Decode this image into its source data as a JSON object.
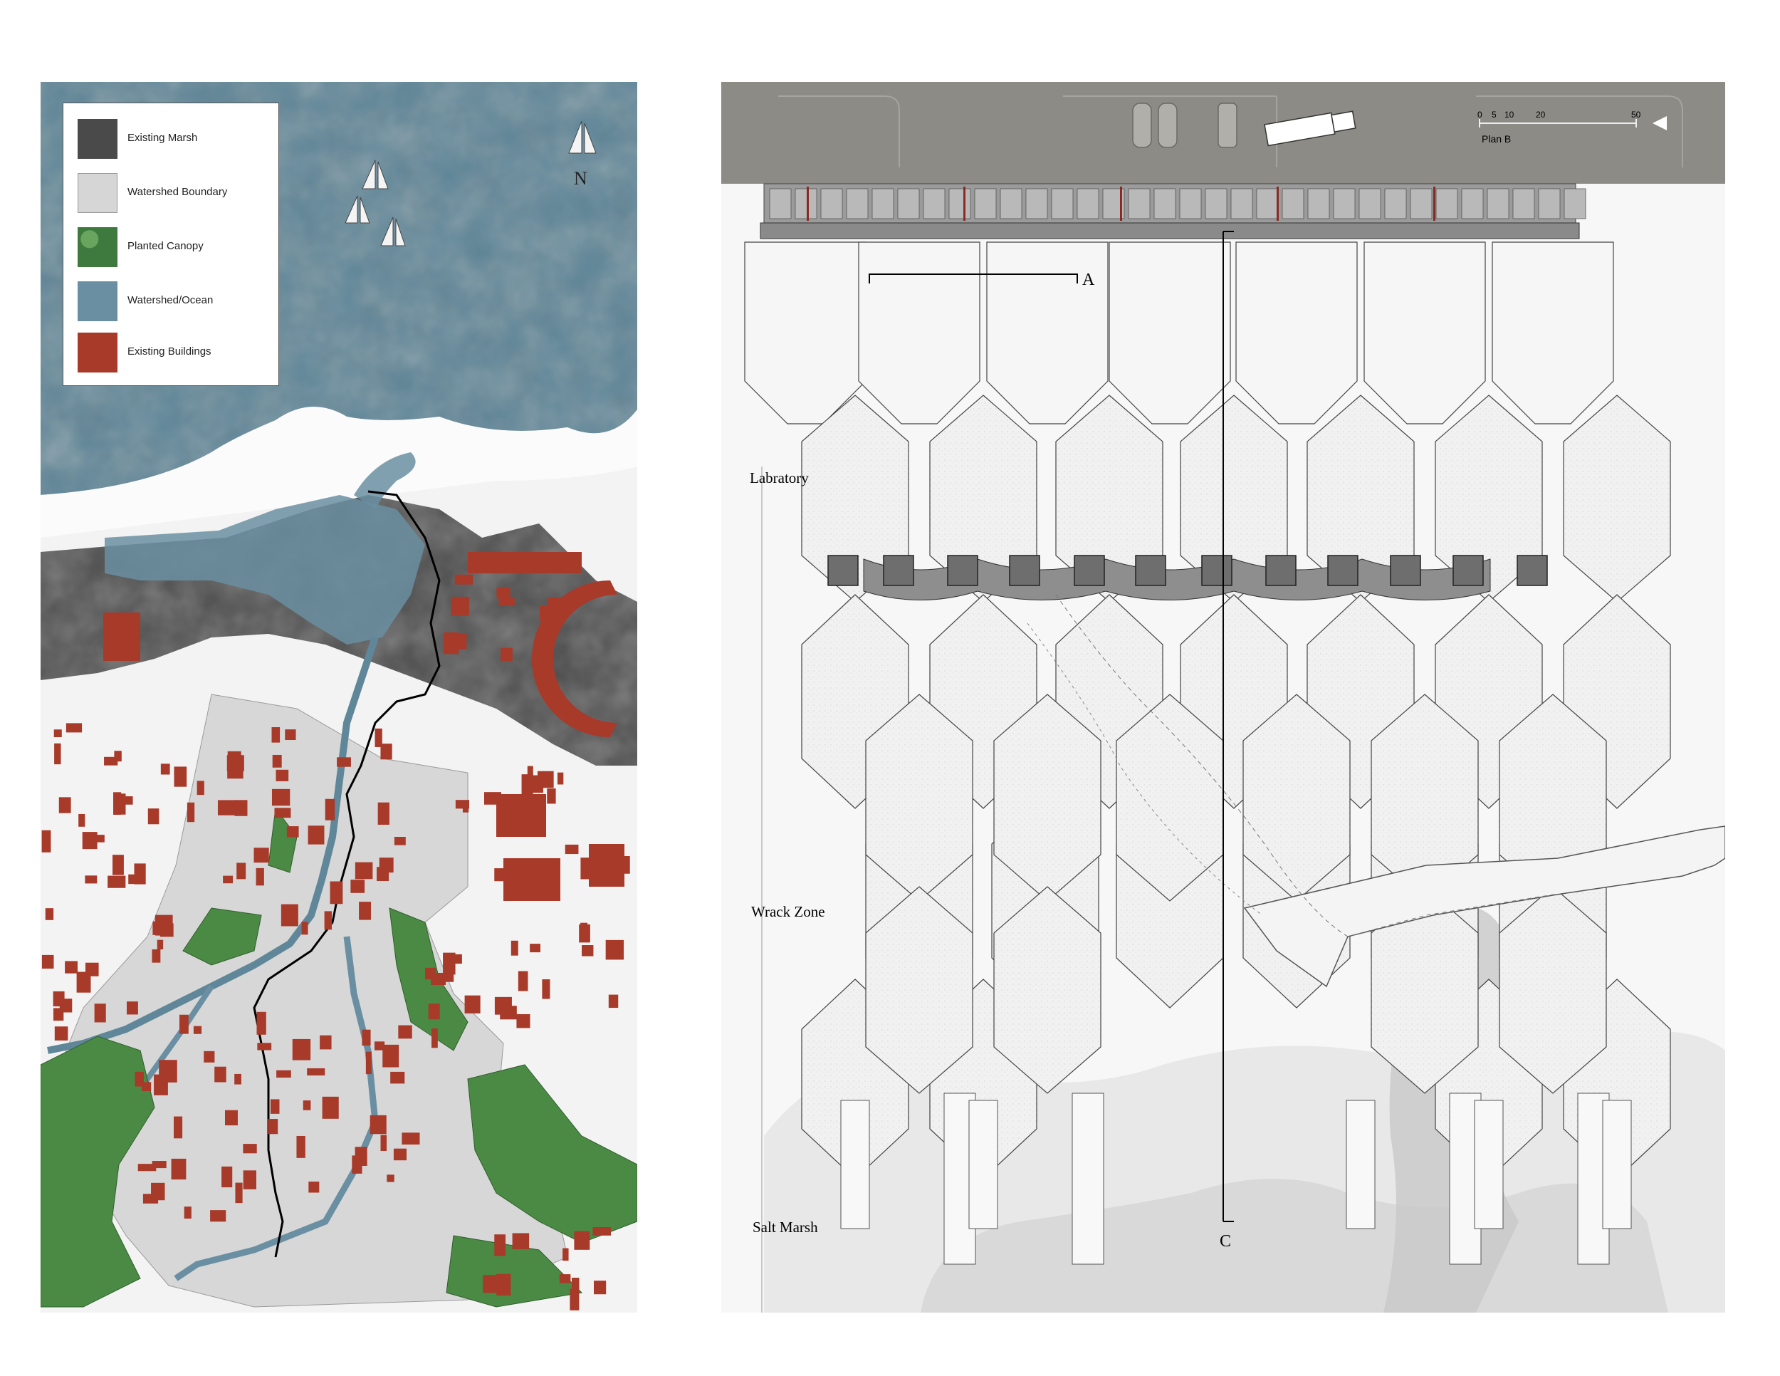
{
  "legend": {
    "items": [
      {
        "label": "Existing Marsh",
        "color": "#4a4a4a"
      },
      {
        "label": "Watershed Boundary",
        "color": "#d6d6d6"
      },
      {
        "label": "Planted Canopy",
        "color": "#3e7a3e"
      },
      {
        "label": "Watershed/Ocean",
        "color": "#6a8fa2"
      },
      {
        "label": "Existing Buildings",
        "color": "#a83a2a"
      }
    ]
  },
  "compass": {
    "label": "N"
  },
  "plan": {
    "scale_label": "Plan B",
    "scale_ticks": [
      "0",
      "5",
      "10",
      "20",
      "50"
    ],
    "section_a": "A",
    "section_c": "C",
    "zones": [
      "Labratory",
      "Wrack Zone",
      "Salt Marsh"
    ]
  },
  "colors": {
    "ocean": "#5f8799",
    "marsh": "#4d4d4d",
    "building": "#a83a2a",
    "canopy": "#3e7a3e",
    "road_band": "#8c8b86"
  }
}
